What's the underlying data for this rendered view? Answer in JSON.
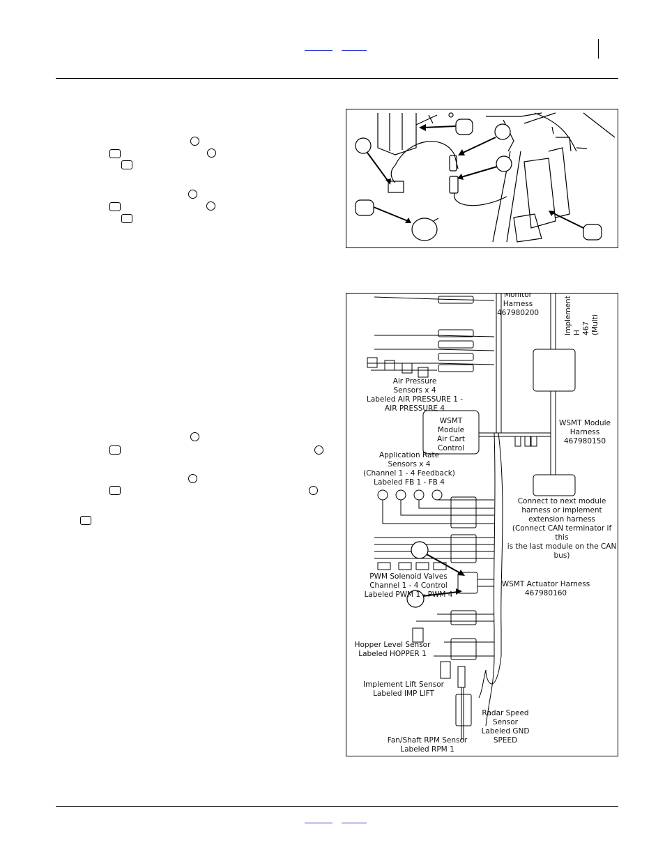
{
  "figure2": {
    "labels": {
      "monitor_harness": "Monitor\nHarness\n467980200",
      "implement_harness": "Implement\nH\n467\n(Multi",
      "air_pressure_sensors": "Air Pressure\nSensors x 4\nLabeled AIR PRESSURE 1 -\nAIR PRESSURE 4",
      "wsmt_module": "WSMT\nModule\nAir Cart\nControl",
      "wsmt_module_harness": "WSMT Module\nHarness\n467980150",
      "application_rate_sensors": "Application Rate\nSensors x 4\n(Channel 1 - 4 Feedback)\nLabeled FB 1 - FB 4",
      "connect_next_module": "Connect to next module\nharness or implement\nextension harness\n(Connect CAN terminator if this\nis the last module on the CAN\nbus)",
      "pwm_valves": "PWM Solenoid Valves\nChannel 1 - 4 Control\nLabeled PWM 1 - PWM 4",
      "wsmt_actuator_harness": "WSMT Actuator Harness\n467980160",
      "hopper_level_sensor": "Hopper Level Sensor\nLabeled HOPPER 1",
      "implement_lift_sensor": "Implement Lift Sensor\nLabeled IMP LIFT",
      "radar_speed_sensor": "Radar Speed Sensor\nLabeled GND SPEED",
      "fan_shaft_rpm_sensor": "Fan/Shaft RPM Sensor\nLabeled RPM 1"
    }
  }
}
